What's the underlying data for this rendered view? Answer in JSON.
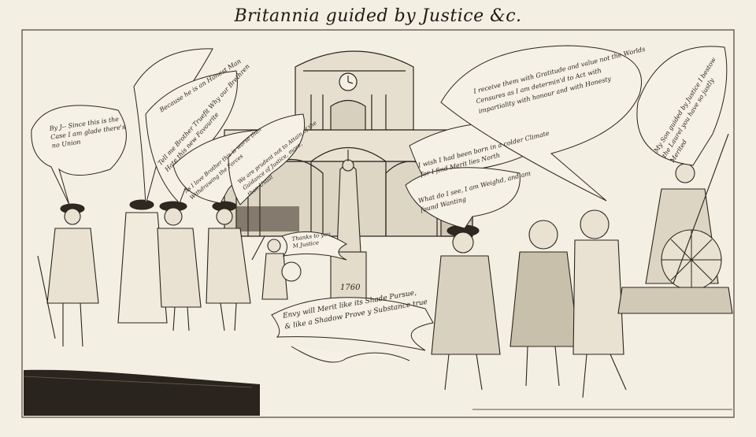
{
  "title": "Britannia guided by Justice &c.",
  "speech": {
    "b1": [
      "By J-- Since this is the",
      "Case I am glade there's",
      "no Union"
    ],
    "b2": "Because he is an Honest Man",
    "b3": [
      "Tell me Brother Truefit Why our Brethren",
      "Hate this new Favourite"
    ],
    "b4": [
      "As I love Brother this is worse than",
      "Withdrawing the Forces"
    ],
    "b5": [
      "We are prudent not to Attain of the",
      "Guidance of Justice, more,",
      "than Usual"
    ],
    "b6": [
      "I wish I had been born in a colder Climate",
      "for I find Merit lies North"
    ],
    "b7": [
      "What do I see, I am Weighd, and am",
      "found Wanting"
    ],
    "b8": [
      "I receive them with Gratitude and value not the Worlds",
      "Censures as I am determin'd to Act with",
      "impartiality with honour and with Honesty"
    ],
    "b9": [
      "My Son guided by Justice I bestow",
      "the Laurel you have so justly",
      "Merited"
    ]
  },
  "banner": [
    "Envy will Merit like its Shade Pursue,",
    "& like a Shadow Prove y Substance true"
  ],
  "statue_banner": [
    "Thanks to you",
    "M Justice"
  ],
  "plinth_date": "1760"
}
